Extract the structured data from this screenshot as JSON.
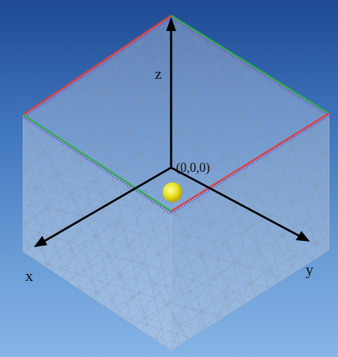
{
  "diagram": {
    "labels": [
      "z",
      "(0,0,0)",
      "x",
      "y"
    ]
  }
}
